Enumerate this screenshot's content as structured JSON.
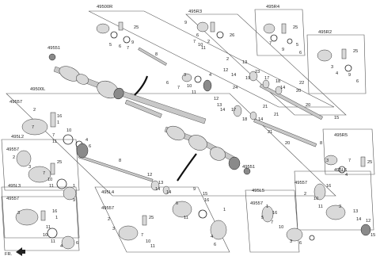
{
  "groups": [
    "49500R",
    "495R4",
    "495R3",
    "495R2",
    "49500L",
    "49557",
    "495L2",
    "495L3",
    "495R5",
    "495L6",
    "495L4",
    "495L5"
  ],
  "parts": [
    "49551",
    "25",
    "5",
    "6",
    "7",
    "9",
    "8",
    "10",
    "11",
    "3",
    "4",
    "2",
    "26",
    "13",
    "12",
    "14",
    "17",
    "18",
    "19",
    "23",
    "22",
    "24",
    "20",
    "21",
    "15",
    "16",
    "1"
  ],
  "front": "FR."
}
